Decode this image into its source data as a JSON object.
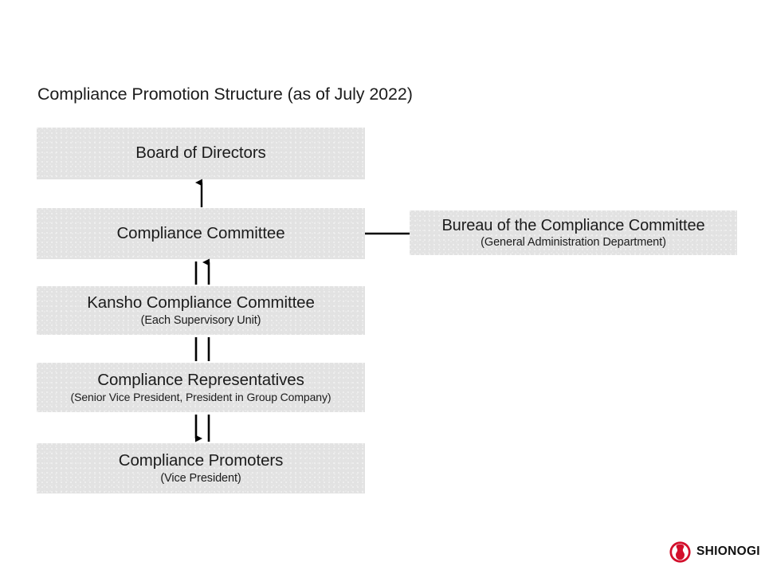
{
  "page": {
    "title": "Compliance Promotion Structure (as of July 2022)"
  },
  "chart_data": {
    "type": "diagram",
    "diagram_kind": "organizational-hierarchy-flow",
    "title": "Compliance Promotion Structure (as of July 2022)",
    "nodes": [
      {
        "id": "board",
        "label": "Board of Directors",
        "sublabel": "",
        "column": "main",
        "level": 1
      },
      {
        "id": "committee",
        "label": "Compliance Committee",
        "sublabel": "",
        "column": "main",
        "level": 2
      },
      {
        "id": "bureau",
        "label": "Bureau of the Compliance Committee",
        "sublabel": "(General Administration Department)",
        "column": "side",
        "level": 2
      },
      {
        "id": "kansho",
        "label": "Kansho Compliance Committee",
        "sublabel": "(Each Supervisory Unit)",
        "column": "main",
        "level": 3
      },
      {
        "id": "representatives",
        "label": "Compliance Representatives",
        "sublabel": "(Senior Vice President, President in Group Company)",
        "column": "main",
        "level": 4
      },
      {
        "id": "promoters",
        "label": "Compliance Promoters",
        "sublabel": "(Vice President)",
        "column": "main",
        "level": 5
      }
    ],
    "edges": [
      {
        "from": "committee",
        "to": "board",
        "style": "arrow-up",
        "note": "reporting"
      },
      {
        "from": "committee",
        "to": "bureau",
        "style": "plain-horizontal",
        "note": "secretariat link"
      },
      {
        "from": "kansho",
        "to": "committee",
        "style": "arrow-up",
        "note": "reporting"
      },
      {
        "from": "committee",
        "to": "kansho",
        "style": "plain-down",
        "note": "direction"
      },
      {
        "from": "representatives",
        "to": "kansho",
        "style": "plain-up",
        "note": "reporting"
      },
      {
        "from": "kansho",
        "to": "representatives",
        "style": "plain-down",
        "note": "direction"
      },
      {
        "from": "promoters",
        "to": "representatives",
        "style": "plain-up",
        "note": "reporting"
      },
      {
        "from": "representatives",
        "to": "promoters",
        "style": "arrow-down",
        "note": "direction"
      }
    ],
    "colors": {
      "box_fill": "#e2e2e2",
      "text": "#1c1c1c",
      "connector": "#000000",
      "background": "#ffffff",
      "brand_red": "#d3102c"
    }
  },
  "logo": {
    "wordmark": "SHIONOGI",
    "mark_name": "shionogi-circle-mark",
    "brand_color": "#d3102c"
  }
}
